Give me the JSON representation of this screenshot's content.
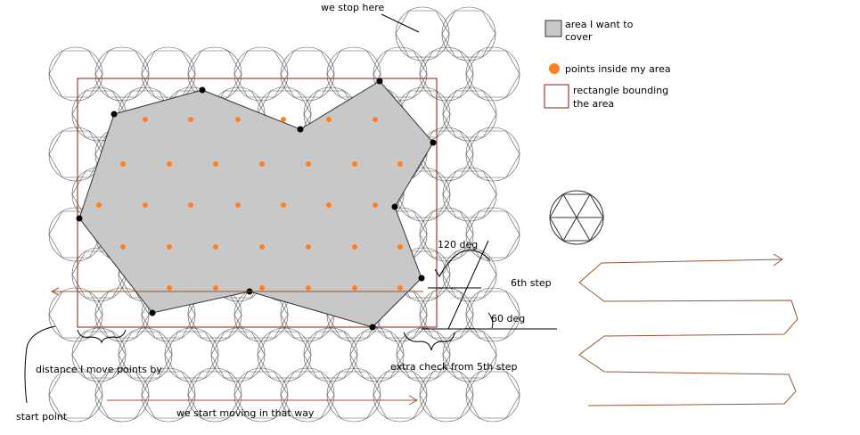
{
  "labels": {
    "stop": "we stop here",
    "distance": "distance I move points by",
    "start_point": "start point",
    "direction": "we start moving in that way",
    "extra_check": "extra check from 5th step",
    "sixth_step": "6th step",
    "angle_120": "120 deg",
    "angle_60": "60 deg"
  },
  "legend": {
    "area": [
      "area I want to",
      "cover"
    ],
    "points": "points inside my area",
    "rect": [
      "rectangle bounding",
      "the area"
    ]
  },
  "colors": {
    "area_fill": "#c8c8c8",
    "point": "#ff8020",
    "rect_stroke": "#8b1a1a",
    "arrow": "#a0522d",
    "circle": "#555555",
    "vertex": "#000000"
  }
}
